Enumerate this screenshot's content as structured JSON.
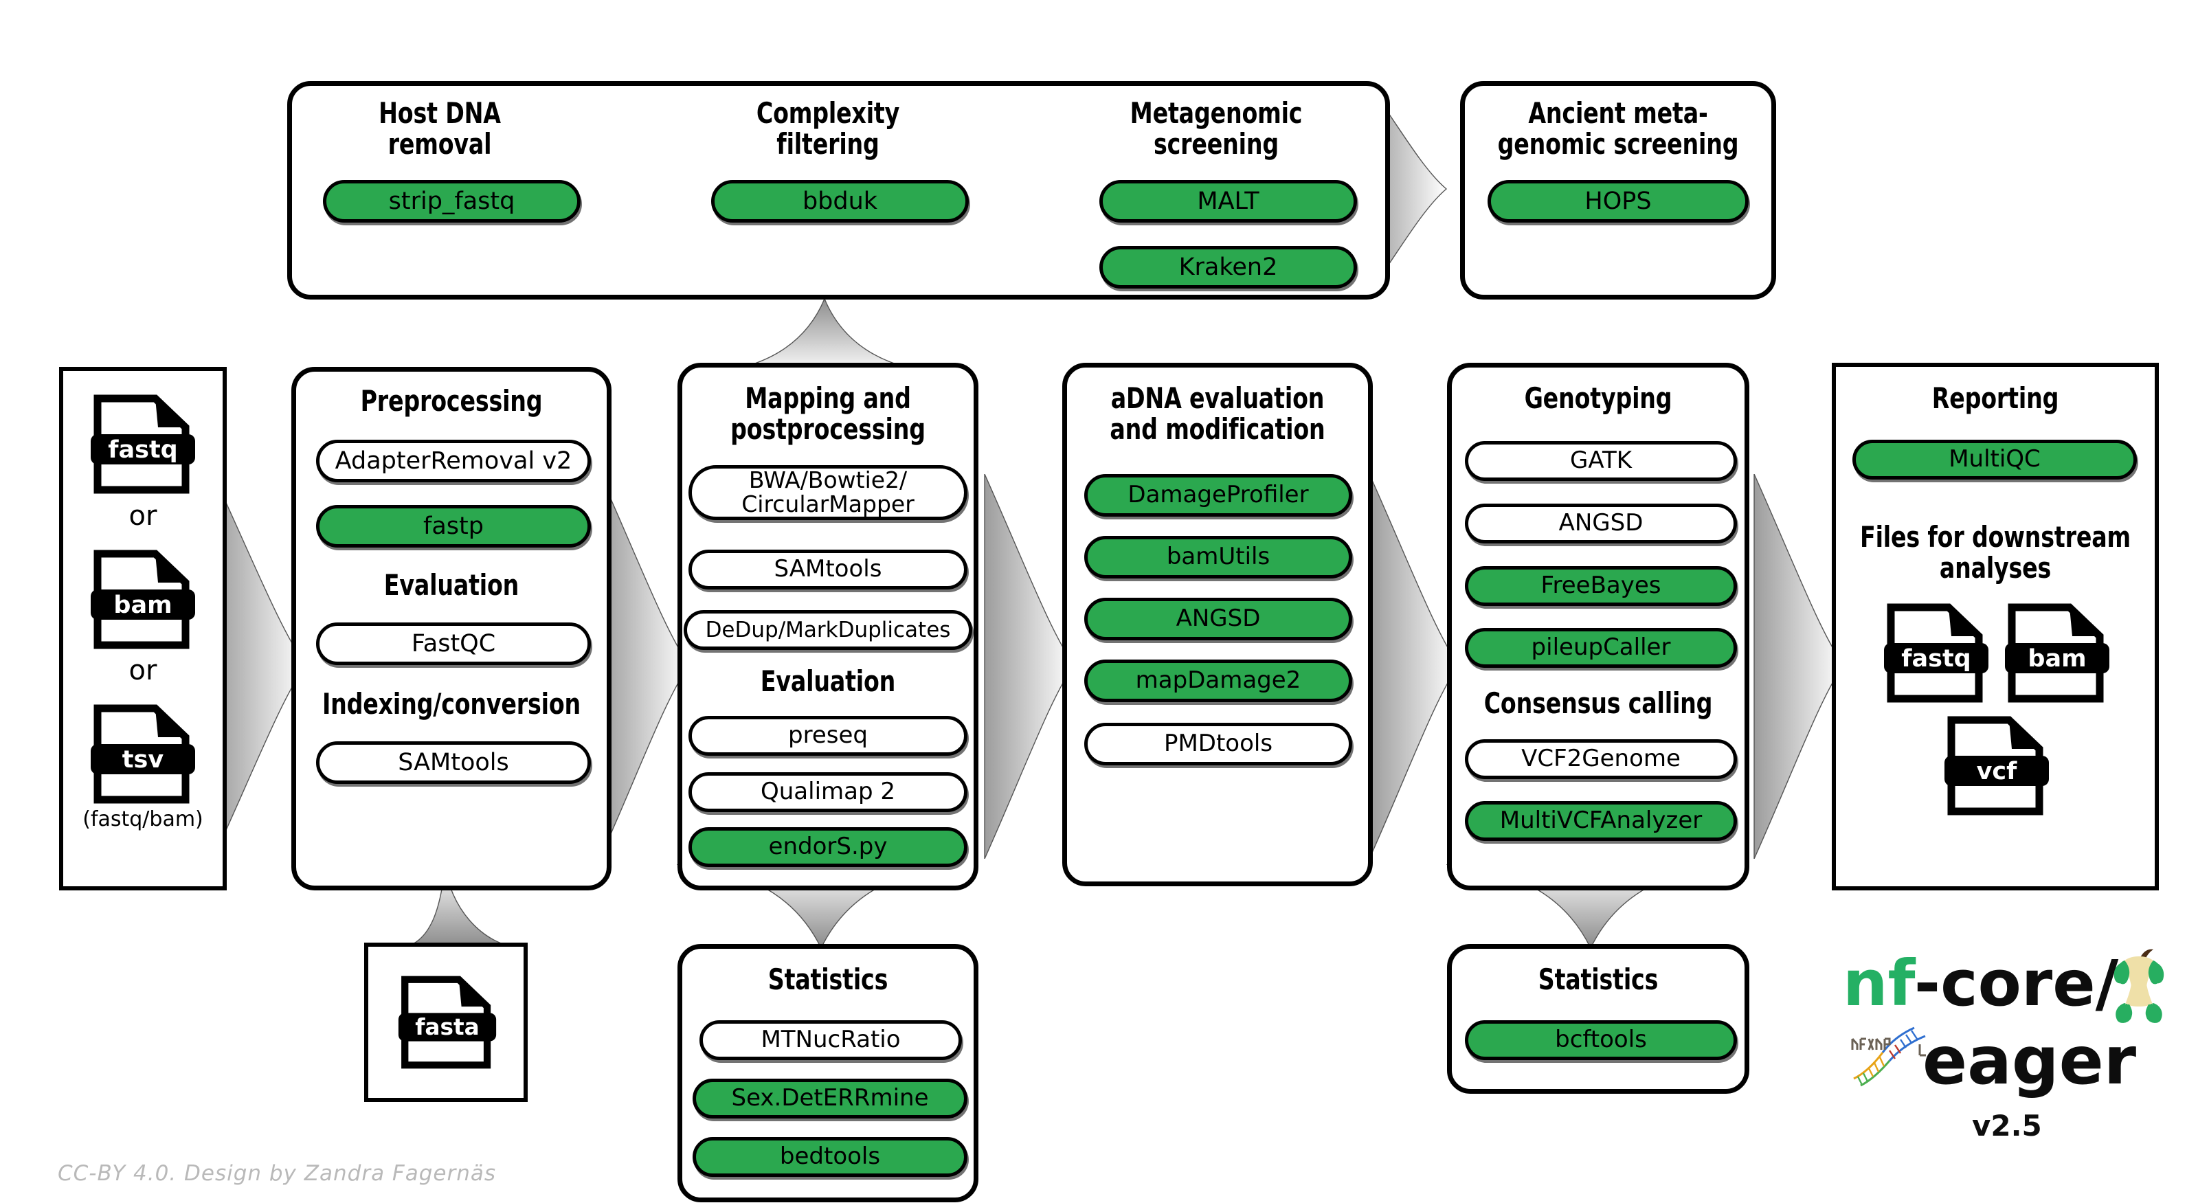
{
  "meta": {
    "title": "nf-core/eager v2.5 pipeline overview",
    "credit": "CC-BY 4.0. Design by Zandra Fagernäs",
    "accent_green": "#2BA84F",
    "outline_black": "#000000",
    "logo_green": "#24B064"
  },
  "logo": {
    "nf": "nf",
    "dash_core": "-core/",
    "eager": "eager",
    "version": "v2.5",
    "apple_icon": "apple-core-icon",
    "dna_icon": "dna-helix-icon"
  },
  "inputs": {
    "files": [
      {
        "label": "fastq",
        "icon": "file-fastq-icon"
      },
      {
        "label": "bam",
        "icon": "file-bam-icon"
      },
      {
        "label": "tsv",
        "icon": "file-tsv-icon"
      }
    ],
    "or_1": "or",
    "or_2": "or",
    "note": "(fastq/bam)"
  },
  "reference": {
    "file": {
      "label": "fasta",
      "icon": "file-fasta-icon"
    }
  },
  "top_row": [
    {
      "id": "host-dna-removal",
      "title": "Host DNA removal",
      "tools": [
        {
          "label": "strip_fastq",
          "highlight": true
        }
      ]
    },
    {
      "id": "complexity-filtering",
      "title": "Complexity filtering",
      "tools": [
        {
          "label": "bbduk",
          "highlight": true
        }
      ]
    },
    {
      "id": "metagenomic-screening",
      "title": "Metagenomic screening",
      "tools": [
        {
          "label": "MALT",
          "highlight": true
        },
        {
          "label": "Kraken2",
          "highlight": true
        }
      ]
    }
  ],
  "ancient_screening": {
    "id": "ancient-metagenomic-screening",
    "title": "Ancient meta-genomic screening",
    "tools": [
      {
        "label": "HOPS",
        "highlight": true
      }
    ]
  },
  "main_columns": [
    {
      "id": "preprocessing",
      "title": "Preprocessing",
      "groups": [
        {
          "subtitle": null,
          "tools": [
            {
              "label": "AdapterRemoval v2",
              "highlight": false
            },
            {
              "label": "fastp",
              "highlight": true
            }
          ]
        },
        {
          "subtitle": "Evaluation",
          "tools": [
            {
              "label": "FastQC",
              "highlight": false
            }
          ]
        },
        {
          "subtitle": "Indexing/conversion",
          "tools": [
            {
              "label": "SAMtools",
              "highlight": false
            }
          ]
        }
      ]
    },
    {
      "id": "mapping-and-postprocessing",
      "title": "Mapping and postprocessing",
      "groups": [
        {
          "subtitle": null,
          "tools": [
            {
              "label": "BWA/Bowtie2/ CircularMapper",
              "highlight": false
            },
            {
              "label": "SAMtools",
              "highlight": false
            },
            {
              "label": "DeDup/MarkDuplicates",
              "highlight": false
            }
          ]
        },
        {
          "subtitle": "Evaluation",
          "tools": [
            {
              "label": "preseq",
              "highlight": false
            },
            {
              "label": "Qualimap 2",
              "highlight": false
            },
            {
              "label": "endorS.py",
              "highlight": true
            }
          ]
        }
      ]
    },
    {
      "id": "adna-evaluation-and-modification",
      "title": "aDNA evaluation and modification",
      "groups": [
        {
          "subtitle": null,
          "tools": [
            {
              "label": "DamageProfiler",
              "highlight": true
            },
            {
              "label": "bamUtils",
              "highlight": true
            },
            {
              "label": "ANGSD",
              "highlight": true
            },
            {
              "label": "mapDamage2",
              "highlight": true
            },
            {
              "label": "PMDtools",
              "highlight": false
            }
          ]
        }
      ]
    },
    {
      "id": "genotyping",
      "title": "Genotyping",
      "groups": [
        {
          "subtitle": null,
          "tools": [
            {
              "label": "GATK",
              "highlight": false
            },
            {
              "label": "ANGSD",
              "highlight": false
            },
            {
              "label": "FreeBayes",
              "highlight": true
            },
            {
              "label": "pileupCaller",
              "highlight": true
            }
          ]
        },
        {
          "subtitle": "Consensus calling",
          "tools": [
            {
              "label": "VCF2Genome",
              "highlight": false
            },
            {
              "label": "MultiVCFAnalyzer",
              "highlight": true
            }
          ]
        }
      ]
    },
    {
      "id": "reporting",
      "title": "Reporting",
      "groups": [
        {
          "subtitle": null,
          "tools": [
            {
              "label": "MultiQC",
              "highlight": true
            }
          ]
        },
        {
          "subtitle": "Files for downstream analyses",
          "tools": []
        }
      ],
      "output_files": [
        {
          "label": "fastq",
          "icon": "file-fastq-icon"
        },
        {
          "label": "bam",
          "icon": "file-bam-icon"
        },
        {
          "label": "vcf",
          "icon": "file-vcf-icon"
        }
      ]
    }
  ],
  "bottom_row": [
    {
      "id": "statistics-mapping",
      "title": "Statistics",
      "tools": [
        {
          "label": "MTNucRatio",
          "highlight": false
        },
        {
          "label": "Sex.DetERRmine",
          "highlight": true
        },
        {
          "label": "bedtools",
          "highlight": true
        }
      ]
    },
    {
      "id": "statistics-genotyping",
      "title": "Statistics",
      "tools": [
        {
          "label": "bcftools",
          "highlight": true
        }
      ]
    }
  ]
}
